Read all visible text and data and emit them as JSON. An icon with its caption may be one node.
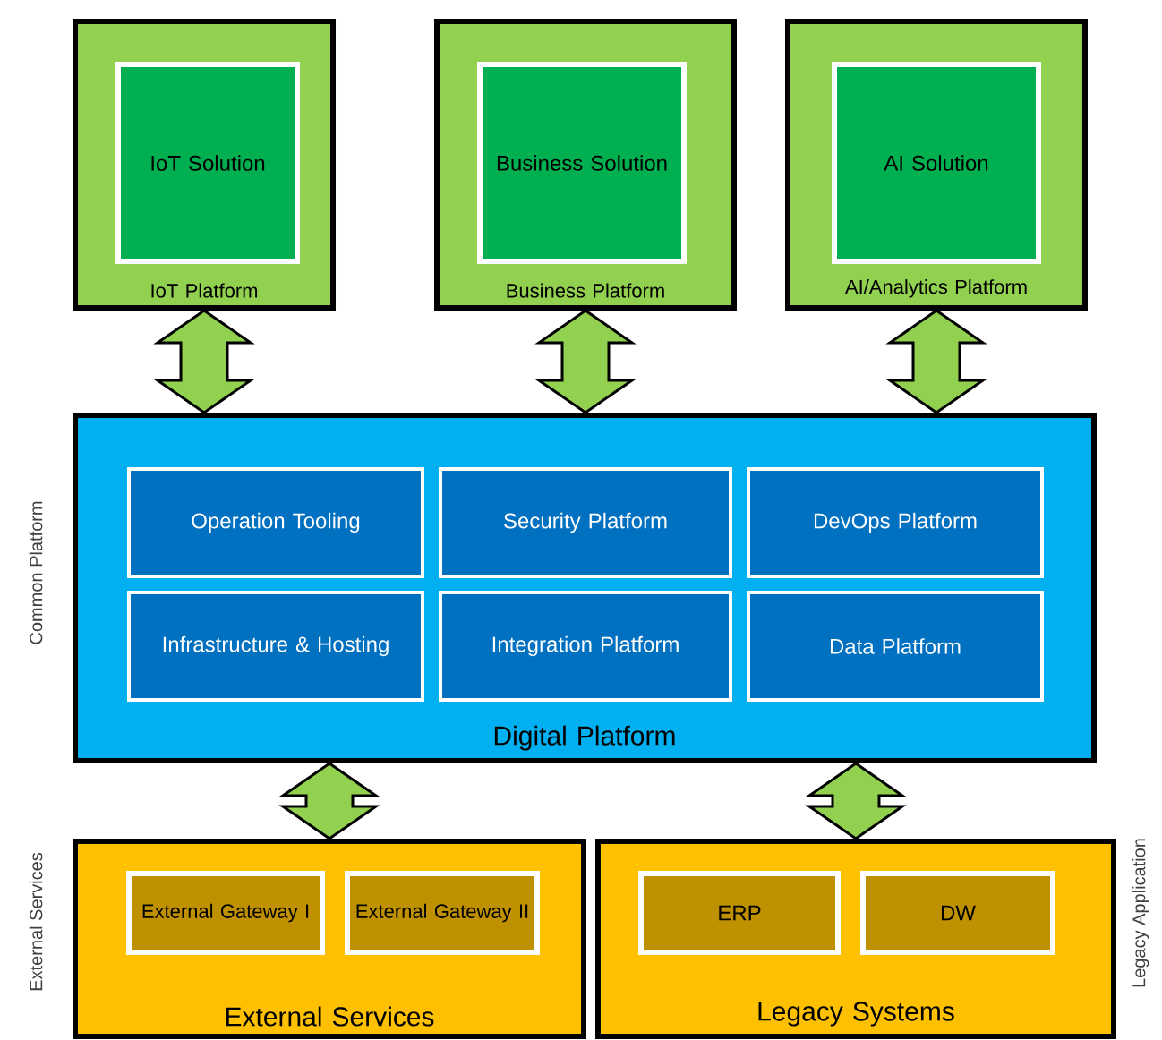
{
  "diagram": {
    "nodes": [
      {
        "text": [
          "IoT Platform"
        ]
      },
      {
        "text": [
          "IoT Solution"
        ],
        "in": 0
      },
      {
        "text": [
          "Business Platform"
        ]
      },
      {
        "text": [
          "Business Solution"
        ],
        "in": 2
      },
      {
        "text": [
          "AI/Analytics Platform"
        ]
      },
      {
        "text": [
          "AI Solution"
        ],
        "in": 4
      },
      {
        "text": [
          "Digital Platform"
        ]
      },
      {
        "text": [
          "Operation Tooling"
        ],
        "in": 6
      },
      {
        "text": [
          "Security Platform"
        ],
        "in": 6
      },
      {
        "text": [
          "DevOps Platform"
        ],
        "in": 6
      },
      {
        "text": [
          "Infrastructure & Hosting"
        ],
        "in": 6
      },
      {
        "text": [
          "Integration Platform"
        ],
        "in": 6
      },
      {
        "text": [
          "Data Platform"
        ],
        "in": 6
      },
      {
        "text": [
          "External Services"
        ]
      },
      {
        "text": [
          "External Gateway I"
        ],
        "in": 13
      },
      {
        "text": [
          "External Gateway II"
        ],
        "in": 13
      },
      {
        "text": [
          "Legacy Systems"
        ]
      },
      {
        "text": [
          "ERP"
        ],
        "in": 16
      },
      {
        "text": [
          "DW"
        ],
        "in": 16
      }
    ],
    "edges": [
      {
        "from": 0,
        "to": 6,
        "arrow": "both"
      },
      {
        "from": 2,
        "to": 6,
        "arrow": "both"
      },
      {
        "from": 4,
        "to": 6,
        "arrow": "both"
      },
      {
        "from": 6,
        "to": 13,
        "arrow": "both"
      },
      {
        "from": 6,
        "to": 16,
        "arrow": "both"
      }
    ],
    "labels": [
      "Common Platform",
      "External Services",
      "Legacy Application"
    ]
  }
}
